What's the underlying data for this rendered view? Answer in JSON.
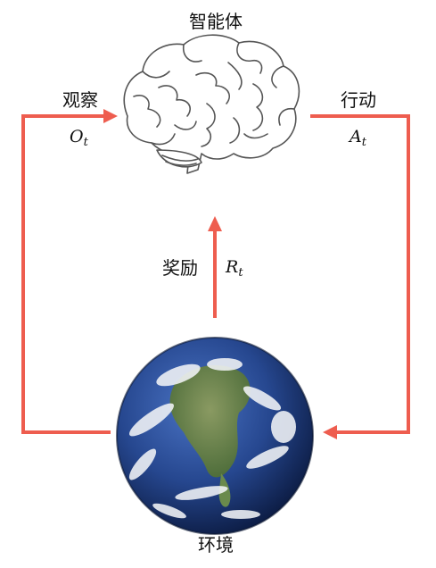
{
  "agent": {
    "label": "智能体",
    "icon": "brain-icon"
  },
  "environment": {
    "label": "环境",
    "icon": "earth-globe-icon"
  },
  "observation": {
    "label": "观察",
    "symbol": "O",
    "subscript": "t"
  },
  "action": {
    "label": "行动",
    "symbol": "A",
    "subscript": "t"
  },
  "reward": {
    "label": "奖励",
    "symbol": "R",
    "subscript": "t"
  },
  "colors": {
    "arrow": "#ee5d4f",
    "brain_stroke": "#555555",
    "ocean": "#2c4f9a",
    "land": "#5f8a4a",
    "cloud": "#f2f4f7"
  }
}
